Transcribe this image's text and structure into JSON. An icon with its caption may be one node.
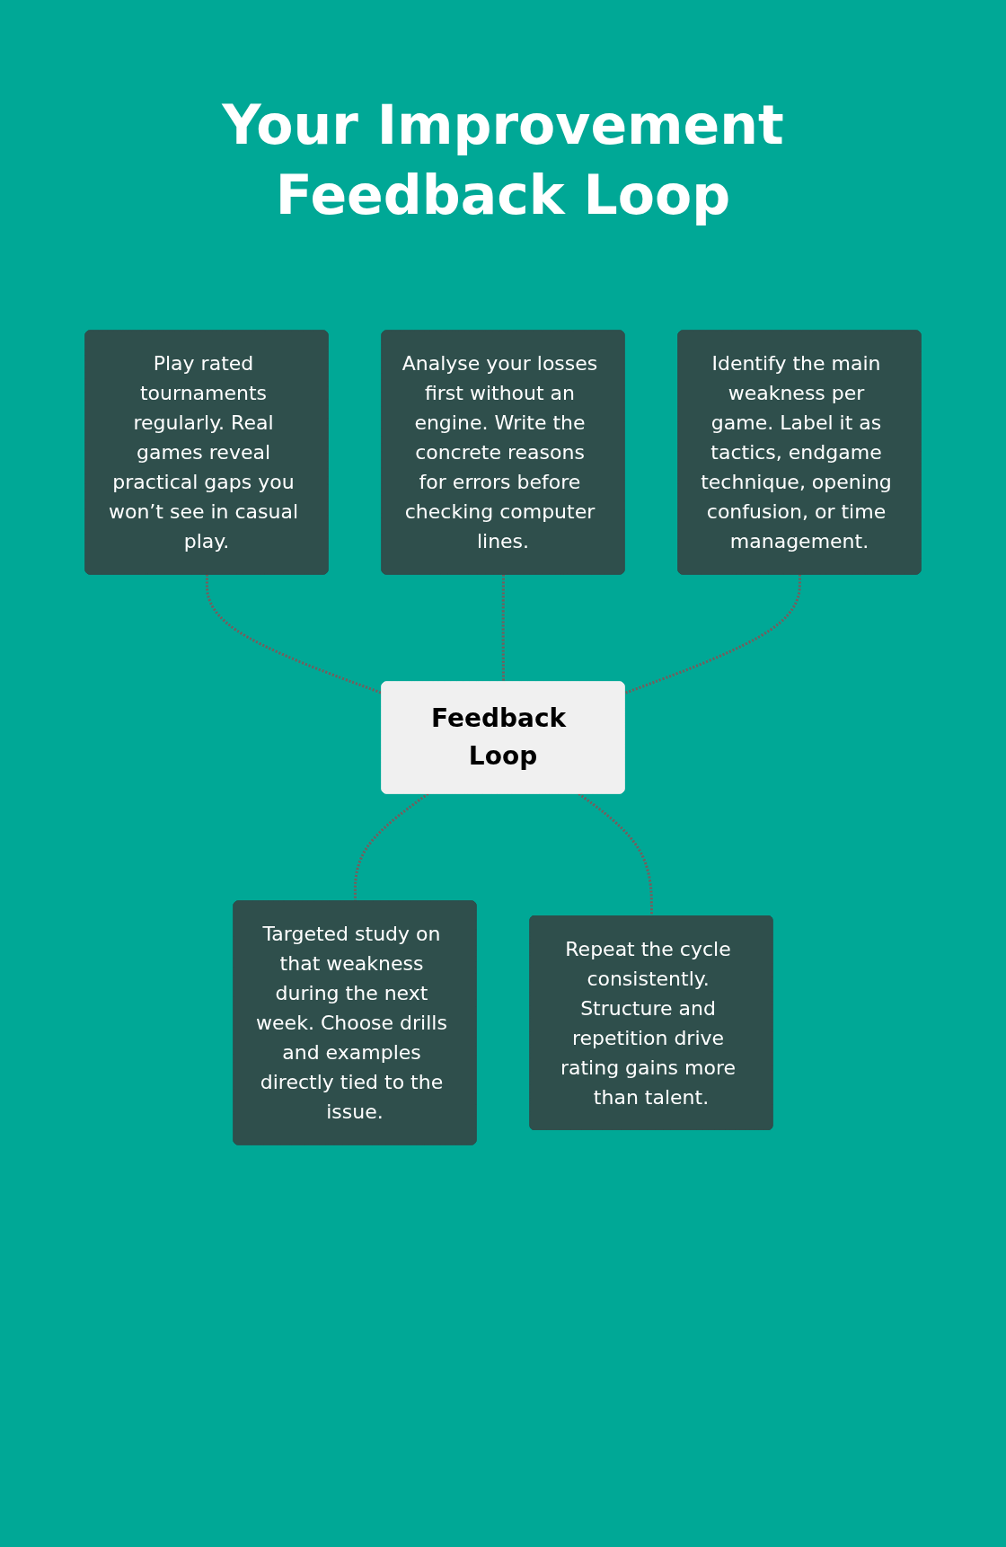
{
  "diagram": {
    "title": "Your Improvement Feedback Loop",
    "nodes": [
      {
        "text": [
          "Play rated tournaments regularly. Real games reveal practical gaps you won’t see in casual play."
        ]
      },
      {
        "text": [
          "Analyse your losses first without an engine. Write the concrete reasons for errors before checking computer lines."
        ]
      },
      {
        "text": [
          "Identify the main weakness per game. Label it as tactics, endgame technique, opening confusion, or time management."
        ]
      },
      {
        "text": [
          "Feedback Loop"
        ]
      },
      {
        "text": [
          "Targeted study on that weakness during the next week. Choose drills and examples directly tied to the issue."
        ]
      },
      {
        "text": [
          "Repeat the cycle consistently. Structure and repetition drive rating gains more than talent."
        ]
      }
    ],
    "edges": [
      {
        "from": 0,
        "to": 3,
        "arrow": "none",
        "style": "dashed"
      },
      {
        "from": 1,
        "to": 3,
        "arrow": "none",
        "style": "dashed"
      },
      {
        "from": 2,
        "to": 3,
        "arrow": "none",
        "style": "dashed"
      },
      {
        "from": 3,
        "to": 4,
        "arrow": "none",
        "style": "dashed"
      },
      {
        "from": 3,
        "to": 5,
        "arrow": "none",
        "style": "dashed"
      }
    ]
  }
}
